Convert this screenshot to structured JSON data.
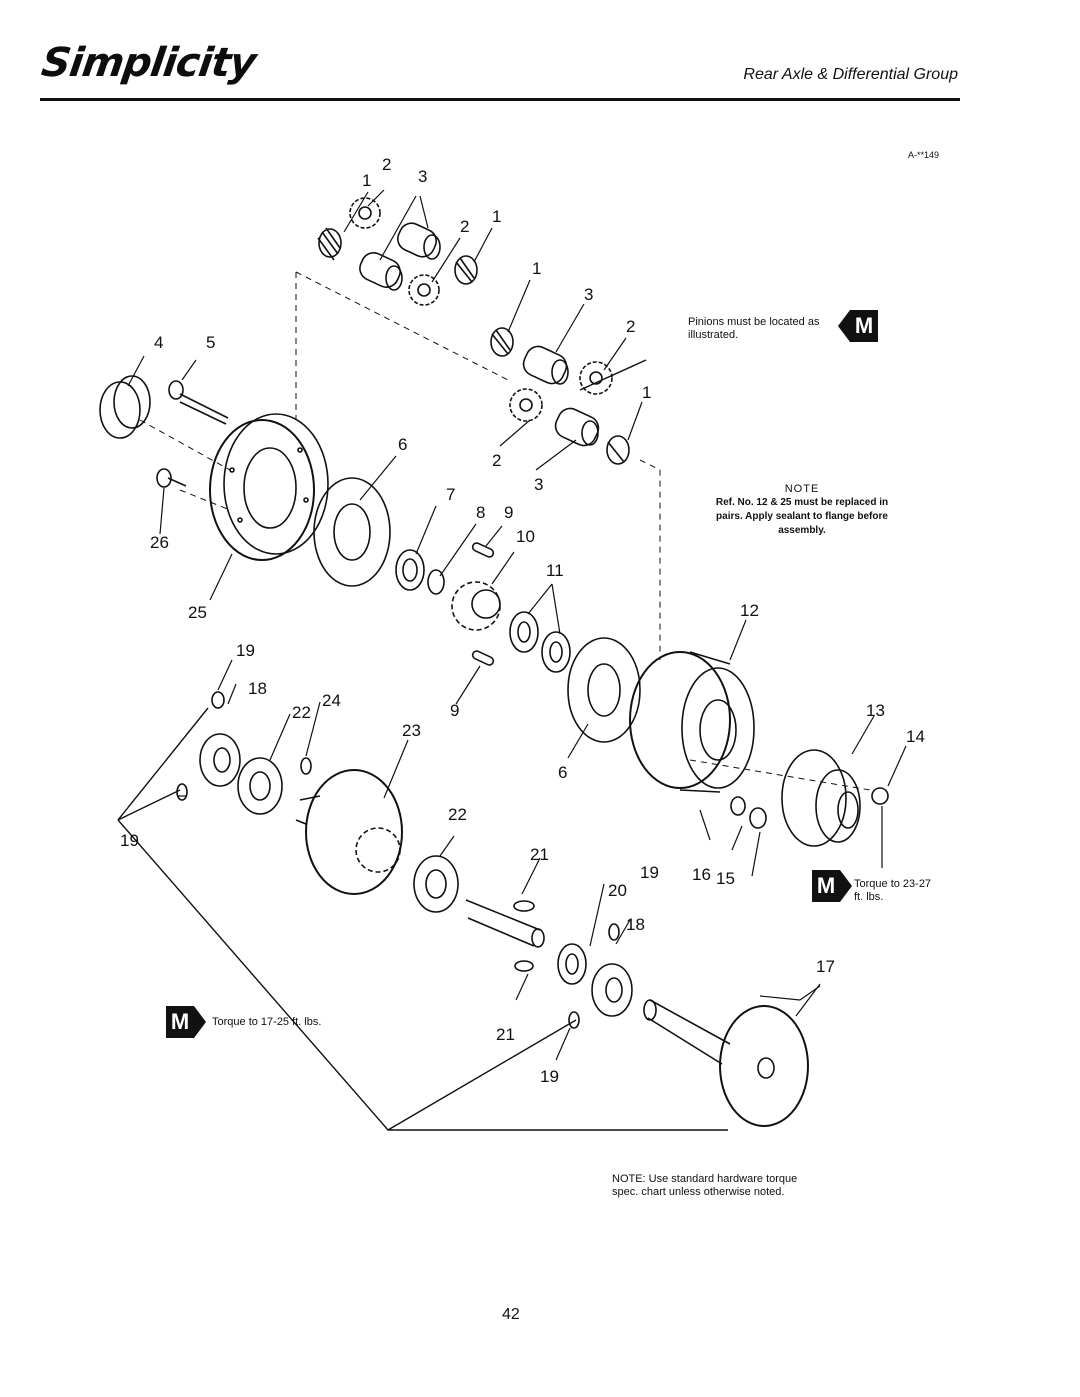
{
  "header": {
    "brand": "Simplicity",
    "title": "Rear Axle & Differential Group",
    "figure_code": "A-**149"
  },
  "callouts": {
    "pinions": "Pinions must be located as illustrated.",
    "torque_hub": "Torque to 23-27 ft. lbs.",
    "torque_carrier": "Torque to 17-25 ft. lbs.",
    "m_label": "M"
  },
  "note": {
    "heading": "NOTE",
    "body": "Ref. No. 12 & 25 must be replaced in pairs. Apply sealant to flange before assembly."
  },
  "footer": {
    "note": "NOTE: Use standard hardware torque spec. chart unless otherwise noted.",
    "page_number": "42"
  },
  "part_labels": [
    {
      "id": "l1a",
      "text": "1"
    },
    {
      "id": "l2a",
      "text": "2"
    },
    {
      "id": "l3a",
      "text": "3"
    },
    {
      "id": "l2b",
      "text": "2"
    },
    {
      "id": "l1b",
      "text": "1"
    },
    {
      "id": "l1c",
      "text": "1"
    },
    {
      "id": "l3b",
      "text": "3"
    },
    {
      "id": "l2c",
      "text": "2"
    },
    {
      "id": "l1d",
      "text": "1"
    },
    {
      "id": "l4",
      "text": "4"
    },
    {
      "id": "l5",
      "text": "5"
    },
    {
      "id": "l6a",
      "text": "6"
    },
    {
      "id": "l2d",
      "text": "2"
    },
    {
      "id": "l3c",
      "text": "3"
    },
    {
      "id": "l7",
      "text": "7"
    },
    {
      "id": "l8",
      "text": "8"
    },
    {
      "id": "l9a",
      "text": "9"
    },
    {
      "id": "l10",
      "text": "10"
    },
    {
      "id": "l11",
      "text": "11"
    },
    {
      "id": "l26",
      "text": "26"
    },
    {
      "id": "l25",
      "text": "25"
    },
    {
      "id": "l12",
      "text": "12"
    },
    {
      "id": "l19a",
      "text": "19"
    },
    {
      "id": "l18a",
      "text": "18"
    },
    {
      "id": "l22a",
      "text": "22"
    },
    {
      "id": "l24",
      "text": "24"
    },
    {
      "id": "l9b",
      "text": "9"
    },
    {
      "id": "l23",
      "text": "23"
    },
    {
      "id": "l13",
      "text": "13"
    },
    {
      "id": "l14",
      "text": "14"
    },
    {
      "id": "l6b",
      "text": "6"
    },
    {
      "id": "l19b",
      "text": "19"
    },
    {
      "id": "l22b",
      "text": "22"
    },
    {
      "id": "l21a",
      "text": "21"
    },
    {
      "id": "l19c",
      "text": "19"
    },
    {
      "id": "l16",
      "text": "16"
    },
    {
      "id": "l15",
      "text": "15"
    },
    {
      "id": "l20",
      "text": "20"
    },
    {
      "id": "l18b",
      "text": "18"
    },
    {
      "id": "l17",
      "text": "17"
    },
    {
      "id": "l21b",
      "text": "21"
    },
    {
      "id": "l19d",
      "text": "19"
    }
  ]
}
